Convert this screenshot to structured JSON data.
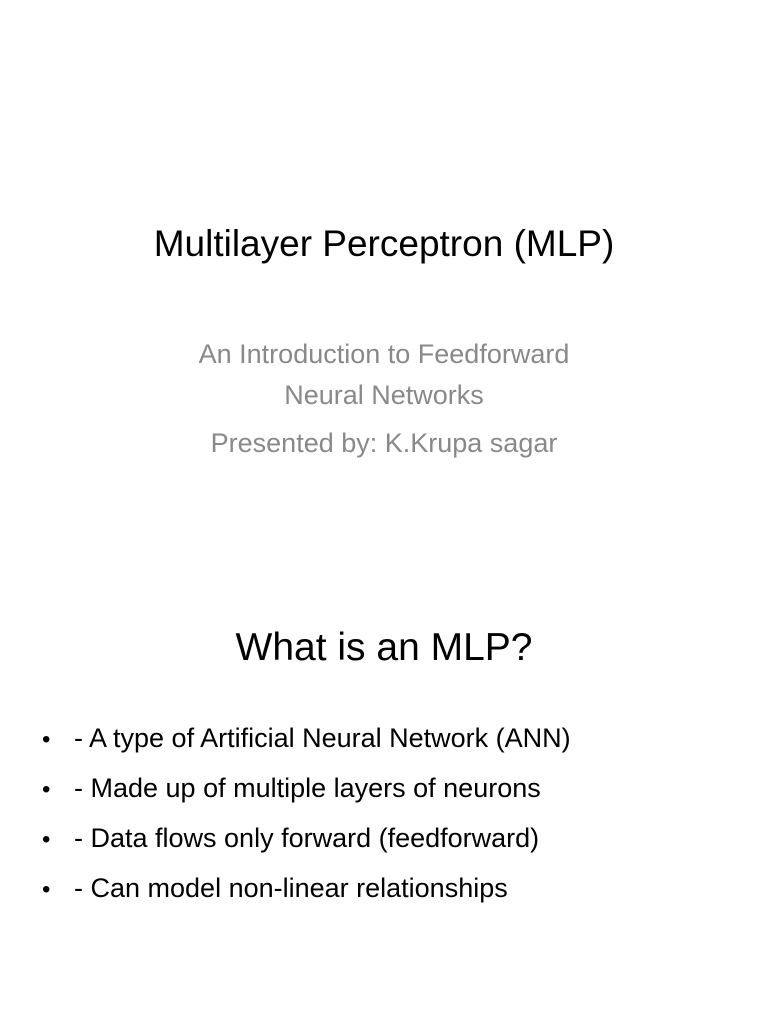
{
  "slides": [
    {
      "title": "Multilayer Perceptron (MLP)",
      "subtitle_lines": [
        "An Introduction to Feedforward",
        "Neural Networks",
        "Presented by: K.Krupa sagar"
      ],
      "subtitle_color": "#898989"
    },
    {
      "title": "What is an MLP?",
      "bullet_glyph": "•",
      "bullets": [
        "- A type of Artificial Neural Network (ANN)",
        "- Made up of multiple layers of neurons",
        "- Data flows only forward (feedforward)",
        "- Can model non-linear relationships"
      ]
    }
  ]
}
